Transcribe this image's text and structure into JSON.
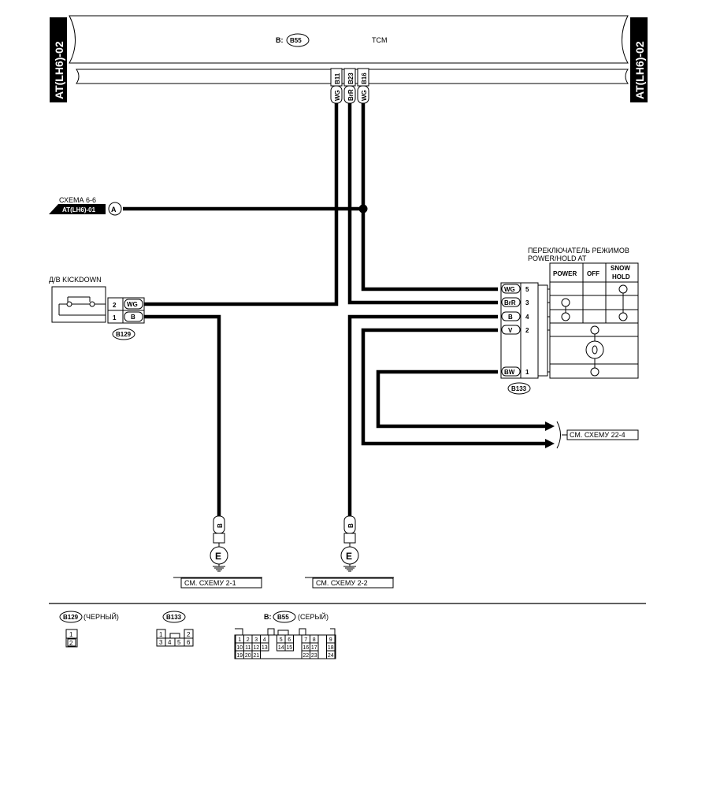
{
  "page_tag": "AT(LH6)-02",
  "tcm": {
    "connector_prefix": "B:",
    "connector": "B55",
    "label": "TCM",
    "pins": [
      {
        "pin": "B11",
        "wire": "WG"
      },
      {
        "pin": "B23",
        "wire": "BrR"
      },
      {
        "pin": "B16",
        "wire": "WG"
      }
    ]
  },
  "ref_a": {
    "text": "СХЕМА 6-6",
    "tag": "AT(LH6)-01",
    "letter": "A"
  },
  "kickdown": {
    "title": "Д/В KICKDOWN",
    "connector": "B129",
    "pins": [
      {
        "num": "2",
        "wire": "WG"
      },
      {
        "num": "1",
        "wire": "B"
      }
    ]
  },
  "mode_switch": {
    "title_line1": "ПЕРЕКЛЮЧАТЕЛЬ РЕЖИМОВ",
    "title_line2": "POWER/HOLD AT",
    "headers": [
      "POWER",
      "OFF",
      "SNOW",
      "HOLD"
    ],
    "connector": "B133",
    "pins": [
      {
        "num": "5",
        "wire": "WG"
      },
      {
        "num": "3",
        "wire": "BrR"
      },
      {
        "num": "4",
        "wire": "B"
      },
      {
        "num": "2",
        "wire": "V"
      },
      {
        "num": "1",
        "wire": "BW"
      }
    ]
  },
  "ref_22_4": "СМ. СХЕМУ 22-4",
  "ground_left": {
    "wire": "B",
    "symbol": "E",
    "ref": "СМ. СХЕМУ 2-1"
  },
  "ground_right": {
    "wire": "B",
    "symbol": "E",
    "ref": "СМ. СХЕМУ 2-2"
  },
  "legend": {
    "b129": {
      "id": "B129",
      "desc": "(ЧЕРНЫЙ)",
      "pins": [
        "1",
        "2"
      ]
    },
    "b133": {
      "id": "B133",
      "pins": [
        "1",
        "2",
        "3",
        "4",
        "5",
        "6"
      ]
    },
    "b55": {
      "prefix": "B:",
      "id": "B55",
      "desc": "(СЕРЫЙ)",
      "pins": [
        "1",
        "2",
        "3",
        "4",
        "5",
        "6",
        "7",
        "8",
        "9",
        "10",
        "11",
        "12",
        "13",
        "14",
        "15",
        "16",
        "17",
        "18",
        "19",
        "20",
        "21",
        "22",
        "23",
        "24"
      ]
    }
  }
}
